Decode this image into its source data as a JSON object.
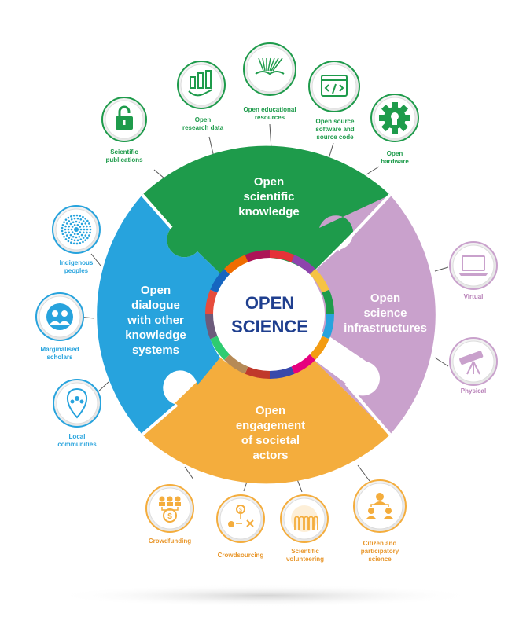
{
  "center": {
    "line1": "OPEN",
    "line2": "SCIENCE"
  },
  "quadrants": {
    "knowledge": {
      "lines": [
        "Open",
        "scientific",
        "knowledge"
      ],
      "color": "#1e9b4b"
    },
    "infrastructures": {
      "lines": [
        "Open",
        "science",
        "infrastructures"
      ],
      "color": "#c9a1cc"
    },
    "engagement": {
      "lines": [
        "Open",
        "engagement",
        "of societal",
        "actors"
      ],
      "color": "#f4ad3d"
    },
    "dialogue": {
      "lines": [
        "Open",
        "dialogue",
        "with other",
        "knowledge",
        "systems"
      ],
      "color": "#27a3dd"
    }
  },
  "satellites": {
    "publications": {
      "lines": [
        "Scientific",
        "publications"
      ],
      "icon": "padlock-open-icon"
    },
    "research_data": {
      "lines": [
        "Open",
        "research data"
      ],
      "icon": "data-chart-icon"
    },
    "educational": {
      "lines": [
        "Open educational",
        "resources"
      ],
      "icon": "open-book-icon"
    },
    "source_code": {
      "lines": [
        "Open source",
        "software and",
        "source code"
      ],
      "icon": "code-window-icon"
    },
    "hardware": {
      "lines": [
        "Open",
        "hardware"
      ],
      "icon": "gear-icon"
    },
    "virtual": {
      "lines": [
        "Virtual"
      ],
      "icon": "laptop-icon"
    },
    "physical": {
      "lines": [
        "Physical"
      ],
      "icon": "telescope-icon"
    },
    "citizen": {
      "lines": [
        "Citizen and",
        "participatory",
        "science"
      ],
      "icon": "people-network-icon"
    },
    "volunteering": {
      "lines": [
        "Scientific",
        "volunteering"
      ],
      "icon": "raised-hands-icon"
    },
    "crowdsourcing": {
      "lines": [
        "Crowdsourcing"
      ],
      "icon": "crowdsourcing-icon"
    },
    "crowdfunding": {
      "lines": [
        "Crowdfunding"
      ],
      "icon": "crowdfunding-icon"
    },
    "indigenous": {
      "lines": [
        "Indigenous",
        "peoples"
      ],
      "icon": "concentric-dots-icon"
    },
    "marginalised": {
      "lines": [
        "Marginalised",
        "scholars"
      ],
      "icon": "scholars-icon"
    },
    "local": {
      "lines": [
        "Local",
        "communities"
      ],
      "icon": "location-pin-icon"
    }
  },
  "colors": {
    "green": "#1e9b4b",
    "purple": "#c9a1cc",
    "purple_text": "#b77fb7",
    "orange": "#f4ad3d",
    "orange_text": "#e8962a",
    "blue": "#27a3dd",
    "navy": "#1f3f8f"
  }
}
